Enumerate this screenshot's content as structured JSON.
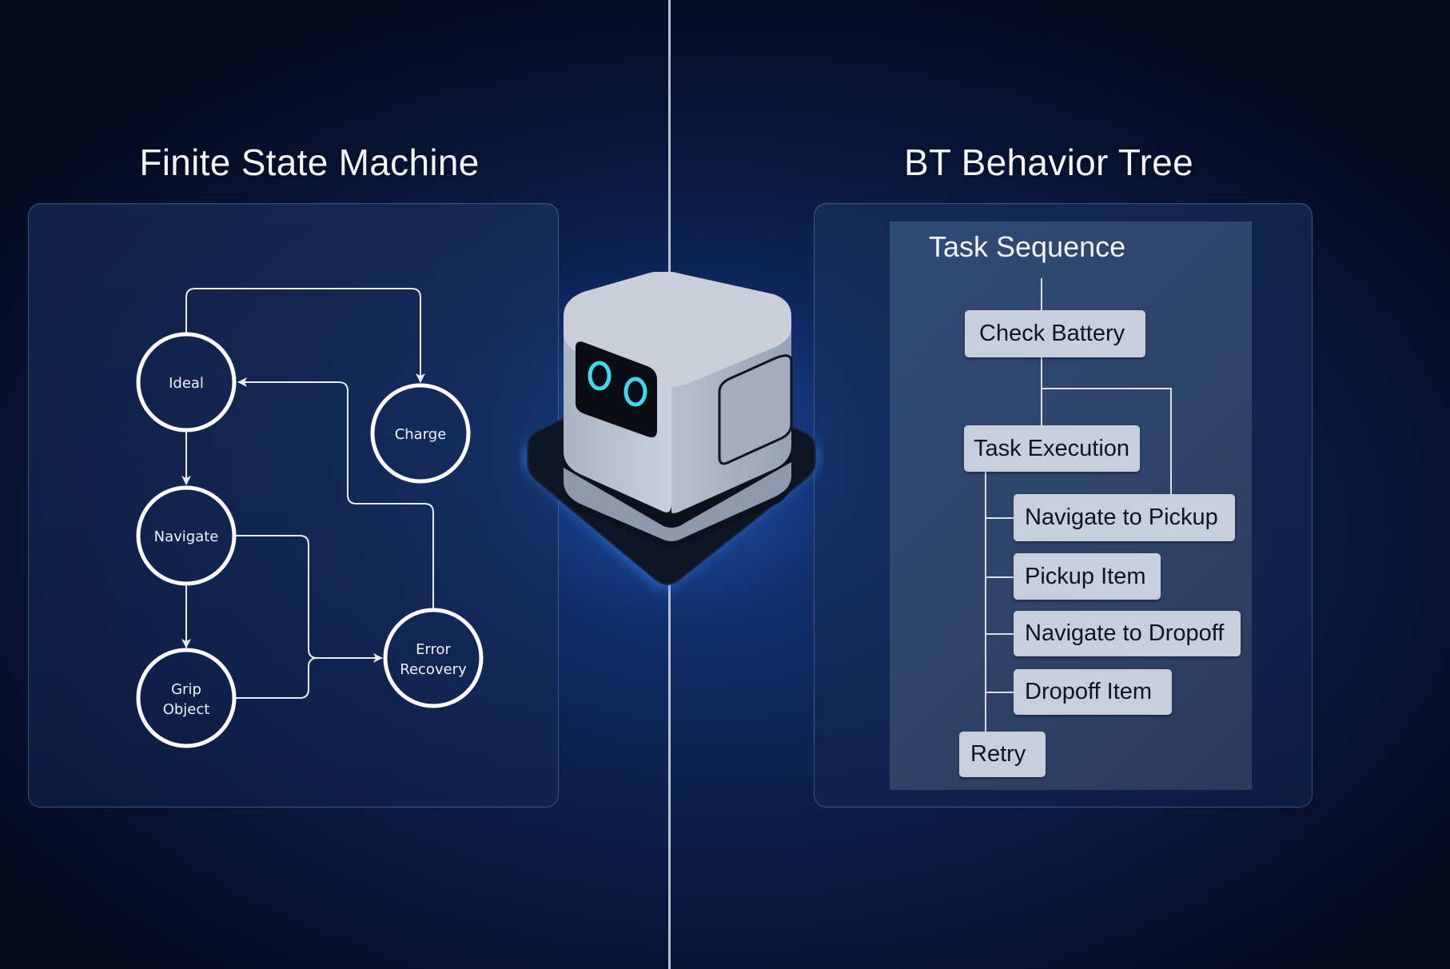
{
  "left_panel": {
    "title": "Finite State Machine",
    "states": [
      {
        "id": "ideal",
        "label_lines": [
          "Ideal"
        ]
      },
      {
        "id": "charge",
        "label_lines": [
          "Charge"
        ]
      },
      {
        "id": "navigate",
        "label_lines": [
          "Navigate"
        ]
      },
      {
        "id": "grip-object",
        "label_lines": [
          "Grip",
          "Object"
        ]
      },
      {
        "id": "error-recovery",
        "label_lines": [
          "Error",
          "Recovery"
        ]
      }
    ],
    "transitions": [
      {
        "from": "ideal",
        "to": "charge"
      },
      {
        "from": "ideal",
        "to": "navigate"
      },
      {
        "from": "navigate",
        "to": "grip-object"
      },
      {
        "from": "navigate",
        "to": "error-recovery"
      },
      {
        "from": "grip-object",
        "to": "error-recovery"
      },
      {
        "from": "error-recovery",
        "to": "ideal"
      }
    ]
  },
  "right_panel": {
    "title": "BT Behavior Tree",
    "sequence_title": "Task Sequence",
    "nodes": [
      {
        "id": "check-battery",
        "label": "Check Battery"
      },
      {
        "id": "task-execution",
        "label": "Task Execution"
      },
      {
        "id": "navigate-to-pickup",
        "label": "Navigate to Pickup"
      },
      {
        "id": "pickup-item",
        "label": "Pickup Item"
      },
      {
        "id": "navigate-to-dropoff",
        "label": "Navigate to Dropoff"
      },
      {
        "id": "dropoff-item",
        "label": "Dropoff Item"
      },
      {
        "id": "retry",
        "label": "Retry"
      }
    ]
  },
  "center": {
    "illustration": "robot-icon",
    "eye_color": "#3fd8f0",
    "glow_color": "#2f7dff"
  },
  "colors": {
    "background": "#0b1d45",
    "node_fill": "#c7cfdc",
    "line": "#e8ecf2"
  }
}
